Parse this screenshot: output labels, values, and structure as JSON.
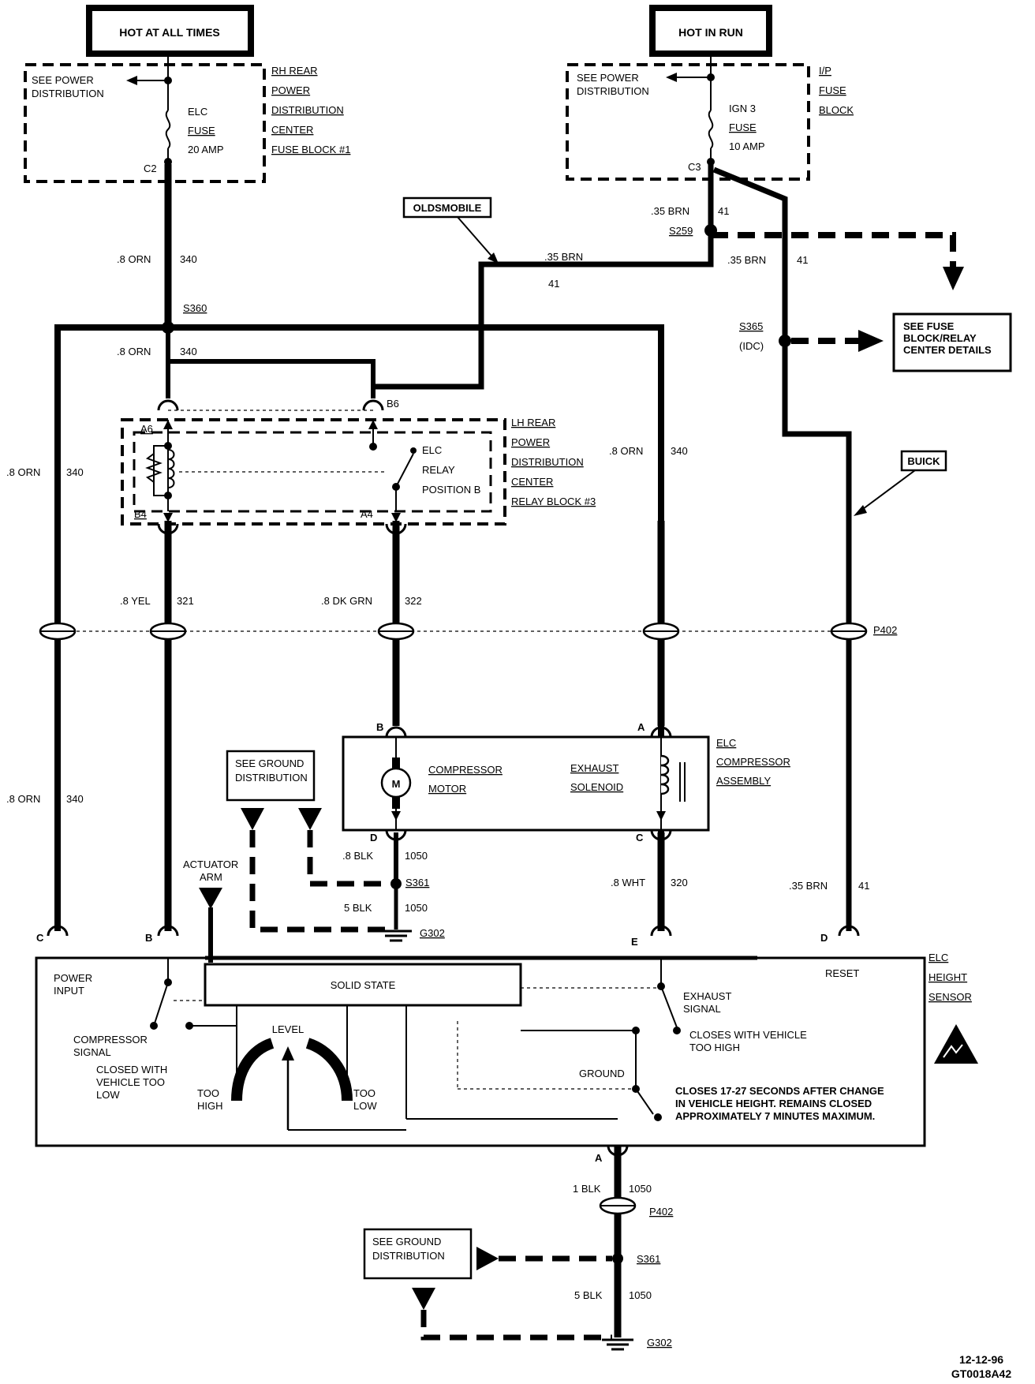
{
  "sources": {
    "hot_at_all_times": "HOT AT ALL TIMES",
    "hot_in_run": "HOT IN RUN"
  },
  "rh_fuse_block": {
    "see_power_1": "SEE POWER",
    "see_power_2": "DISTRIBUTION",
    "fuse_name": "ELC",
    "fuse_word": "FUSE",
    "fuse_rating": "20 AMP",
    "connector": "C2",
    "title_lines": [
      "RH REAR",
      "POWER",
      "DISTRIBUTION",
      "CENTER",
      "FUSE BLOCK #1"
    ]
  },
  "ip_fuse_block": {
    "see_power_1": "SEE POWER",
    "see_power_2": "DISTRIBUTION",
    "fuse_name": "IGN 3",
    "fuse_word": "FUSE",
    "fuse_rating": "10 AMP",
    "connector": "C3",
    "title_lines": [
      "I/P",
      "FUSE",
      "BLOCK"
    ]
  },
  "callouts": {
    "oldsmobile": "OLDSMOBILE",
    "buick": "BUICK"
  },
  "fuse_relay_ref": [
    "SEE FUSE",
    "BLOCK/RELAY",
    "CENTER DETAILS"
  ],
  "splices": {
    "s360": "S360",
    "s259": "S259",
    "s365_1": "S365",
    "s365_2": "(IDC)",
    "s361": "S361",
    "g302": "G302",
    "p402": "P402"
  },
  "wires": {
    "orn_08": ".8 ORN",
    "c340": "340",
    "brn_035": ".35 BRN",
    "c41": "41",
    "yel_08": ".8 YEL",
    "c321": "321",
    "dkgrn_08": ".8 DK GRN",
    "c322": "322",
    "blk_08": ".8 BLK",
    "c1050": "1050",
    "blk_5": "5 BLK",
    "wht_08": ".8 WHT",
    "c320": "320",
    "blk_1": "1 BLK"
  },
  "relay": {
    "pins": {
      "a6": "A6",
      "b6": "B6",
      "b4": "B4",
      "a4": "A4"
    },
    "name_lines": [
      "ELC",
      "RELAY",
      "POSITION B"
    ],
    "block_lines": [
      "LH REAR",
      "POWER",
      "DISTRIBUTION",
      "CENTER",
      "RELAY BLOCK #3"
    ]
  },
  "compressor": {
    "pins": {
      "b": "B",
      "a": "A",
      "d": "D",
      "c": "C"
    },
    "motor_symbol": "M",
    "motor_lines": [
      "COMPRESSOR",
      "MOTOR"
    ],
    "solenoid_lines": [
      "EXHAUST",
      "SOLENOID"
    ],
    "assembly_lines": [
      "ELC",
      "COMPRESSOR",
      "ASSEMBLY"
    ]
  },
  "ground_ref_1": [
    "SEE GROUND",
    "DISTRIBUTION"
  ],
  "ground_ref_2": [
    "SEE GROUND",
    "DISTRIBUTION"
  ],
  "actuator": [
    "ACTUATOR",
    "ARM"
  ],
  "sensor": {
    "pins": {
      "c": "C",
      "b": "B",
      "e": "E",
      "d": "D",
      "a": "A"
    },
    "title_lines": [
      "ELC",
      "HEIGHT",
      "SENSOR"
    ],
    "power_input": [
      "POWER",
      "INPUT"
    ],
    "solid_state": "SOLID STATE",
    "reset": "RESET",
    "exhaust_signal": [
      "EXHAUST",
      "SIGNAL"
    ],
    "compressor_signal": [
      "COMPRESSOR",
      "SIGNAL"
    ],
    "closed_low": [
      "CLOSED WITH",
      "VEHICLE TOO",
      "LOW"
    ],
    "level": "LEVEL",
    "too_high": [
      "TOO",
      "HIGH"
    ],
    "too_low": [
      "TOO",
      "LOW"
    ],
    "closes_high": [
      "CLOSES WITH VEHICLE",
      "TOO HIGH"
    ],
    "ground": "GROUND",
    "closes_change": [
      "CLOSES 17-27 SECONDS AFTER CHANGE",
      "IN VEHICLE HEIGHT. REMAINS CLOSED",
      "APPROXIMATELY 7 MINUTES MAXIMUM."
    ]
  },
  "footer": {
    "date": "12-12-96",
    "code": "GT0018A42"
  }
}
